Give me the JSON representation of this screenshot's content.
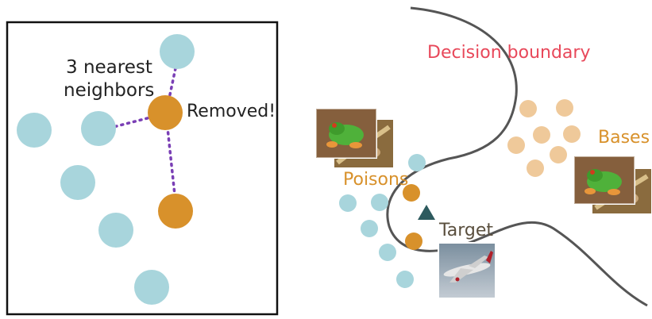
{
  "left_panel": {
    "neighbors_label_line1": "3 nearest",
    "neighbors_label_line2": "neighbors",
    "removed_label": "Removed!"
  },
  "right_panel": {
    "boundary_label": "Decision boundary",
    "bases_label": "Bases",
    "poisons_label": "Poisons",
    "target_label": "Target"
  },
  "colors": {
    "teal": "#a8d5dc",
    "orange": "#d8912b",
    "light_orange": "#efc99a",
    "dotted_line": "#7a3fb5",
    "boundary_line": "#555555",
    "boundary_text": "#e8485a",
    "orange_text": "#d8912b",
    "target_text": "#5a4f3e",
    "target_triangle": "#2d5a5e"
  },
  "icons": {
    "frog_image": "frog-image",
    "airplane_image": "airplane-image",
    "target_marker": "triangle-icon"
  }
}
